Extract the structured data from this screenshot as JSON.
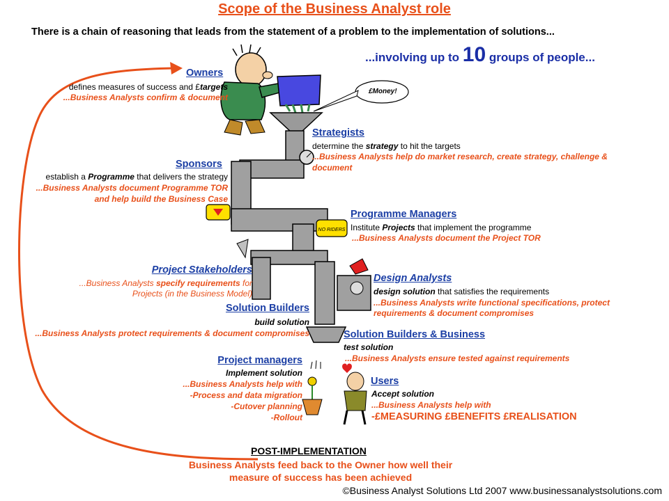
{
  "title": "Scope of the Business Analyst role",
  "subtitle": "There is a chain of reasoning that leads from the statement of a problem to the implementation of solutions...",
  "involving": {
    "pre": "...involving up to ",
    "number": "10",
    "post": " groups of people..."
  },
  "speech_bubble": "£Money!",
  "sign_text": "NO RIDERS",
  "groups": {
    "owners": {
      "heading": "Owners",
      "desc_pre": "defines measures of success and £",
      "desc_em": "targets",
      "ba": "...Business Analysts confirm & document"
    },
    "strategists": {
      "heading": "Strategists",
      "desc_pre": "determine the ",
      "desc_em": "strategy",
      "desc_post": " to hit the targets",
      "ba1": "...Business Analysts help do market research, create strategy, challenge &",
      "ba2": "document"
    },
    "sponsors": {
      "heading": "Sponsors",
      "desc_pre": "establish a ",
      "desc_em": "Programme",
      "desc_post": " that delivers the strategy",
      "ba1": "...Business Analysts document Programme TOR",
      "ba2": "and help build the Business Case"
    },
    "programme_managers": {
      "heading": "Programme Managers",
      "desc_pre": "Institute ",
      "desc_em": "Projects",
      "desc_post": " that implement the programme",
      "ba": "...Business Analysts document the Project TOR"
    },
    "project_stakeholders": {
      "heading": "Project Stakeholders",
      "ba_pre": "...Business Analysts ",
      "ba_em": "specify requirements",
      "ba_post": " for",
      "ba2": "Projects (in the Business Model)"
    },
    "design_analysts": {
      "heading": "Design Analysts",
      "desc_em": "design solution",
      "desc_post": " that satisfies the requirements",
      "ba1": "...Business Analysts write functional specifications, protect",
      "ba2": "requirements & document compromises"
    },
    "solution_builders": {
      "heading": "Solution Builders",
      "desc": "build solution",
      "ba": "...Business Analysts protect requirements & document compromises"
    },
    "solution_builders_business": {
      "heading": "Solution Builders & Business",
      "desc": "test solution",
      "ba": "...Business Analysts ensure tested against requirements"
    },
    "project_managers": {
      "heading": "Project managers",
      "desc": "Implement solution",
      "ba": [
        "...Business Analysts help with",
        "-Process and data migration",
        "-Cutover planning",
        "-Rollout"
      ]
    },
    "users": {
      "heading": "Users",
      "desc": "Accept solution",
      "ba": "...Business Analysts help with",
      "measure": "-£MEASURING £BENEFITS £REALISATION"
    }
  },
  "post_implementation": {
    "heading": "POST-IMPLEMENTATION",
    "text1": "Business Analysts feed back to the Owner how well their",
    "text2": "measure of success has been achieved"
  },
  "copyright": "©Business Analyst Solutions Ltd 2007 www.businessanalystsolutions.com",
  "colors": {
    "orange": "#e8501a",
    "blue": "#1c3fa5",
    "pipe": "#9a9a9a"
  }
}
